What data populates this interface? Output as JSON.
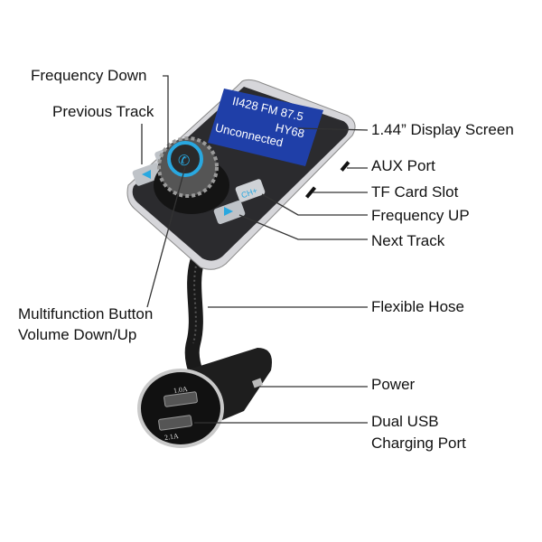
{
  "labels": {
    "frequency_down": "Frequency Down",
    "previous_track": "Previous Track",
    "display_screen": "1.44” Display Screen",
    "aux_port": "AUX Port",
    "tf_card_slot": "TF Card Slot",
    "frequency_up": "Frequency UP",
    "next_track": "Next Track",
    "multifunction_line1": "Multifunction Button",
    "multifunction_line2": "Volume Down/Up",
    "flexible_hose": "Flexible Hose",
    "power": "Power",
    "dual_usb_line1": "Dual USB",
    "dual_usb_line2": "Charging Port"
  },
  "screen": {
    "line1": "II428 FM 87.5",
    "line2": "HY68",
    "line3": "Unconnected"
  },
  "buttons": {
    "ch_plus": "CH+"
  },
  "usb_ports": {
    "top": "1.0A",
    "bottom": "2.1A"
  },
  "colors": {
    "screen_bg": "#1f3fa8",
    "accent_blue": "#29a8e0",
    "body": "#2a2a2c",
    "bezel": "#c8c8cc"
  }
}
